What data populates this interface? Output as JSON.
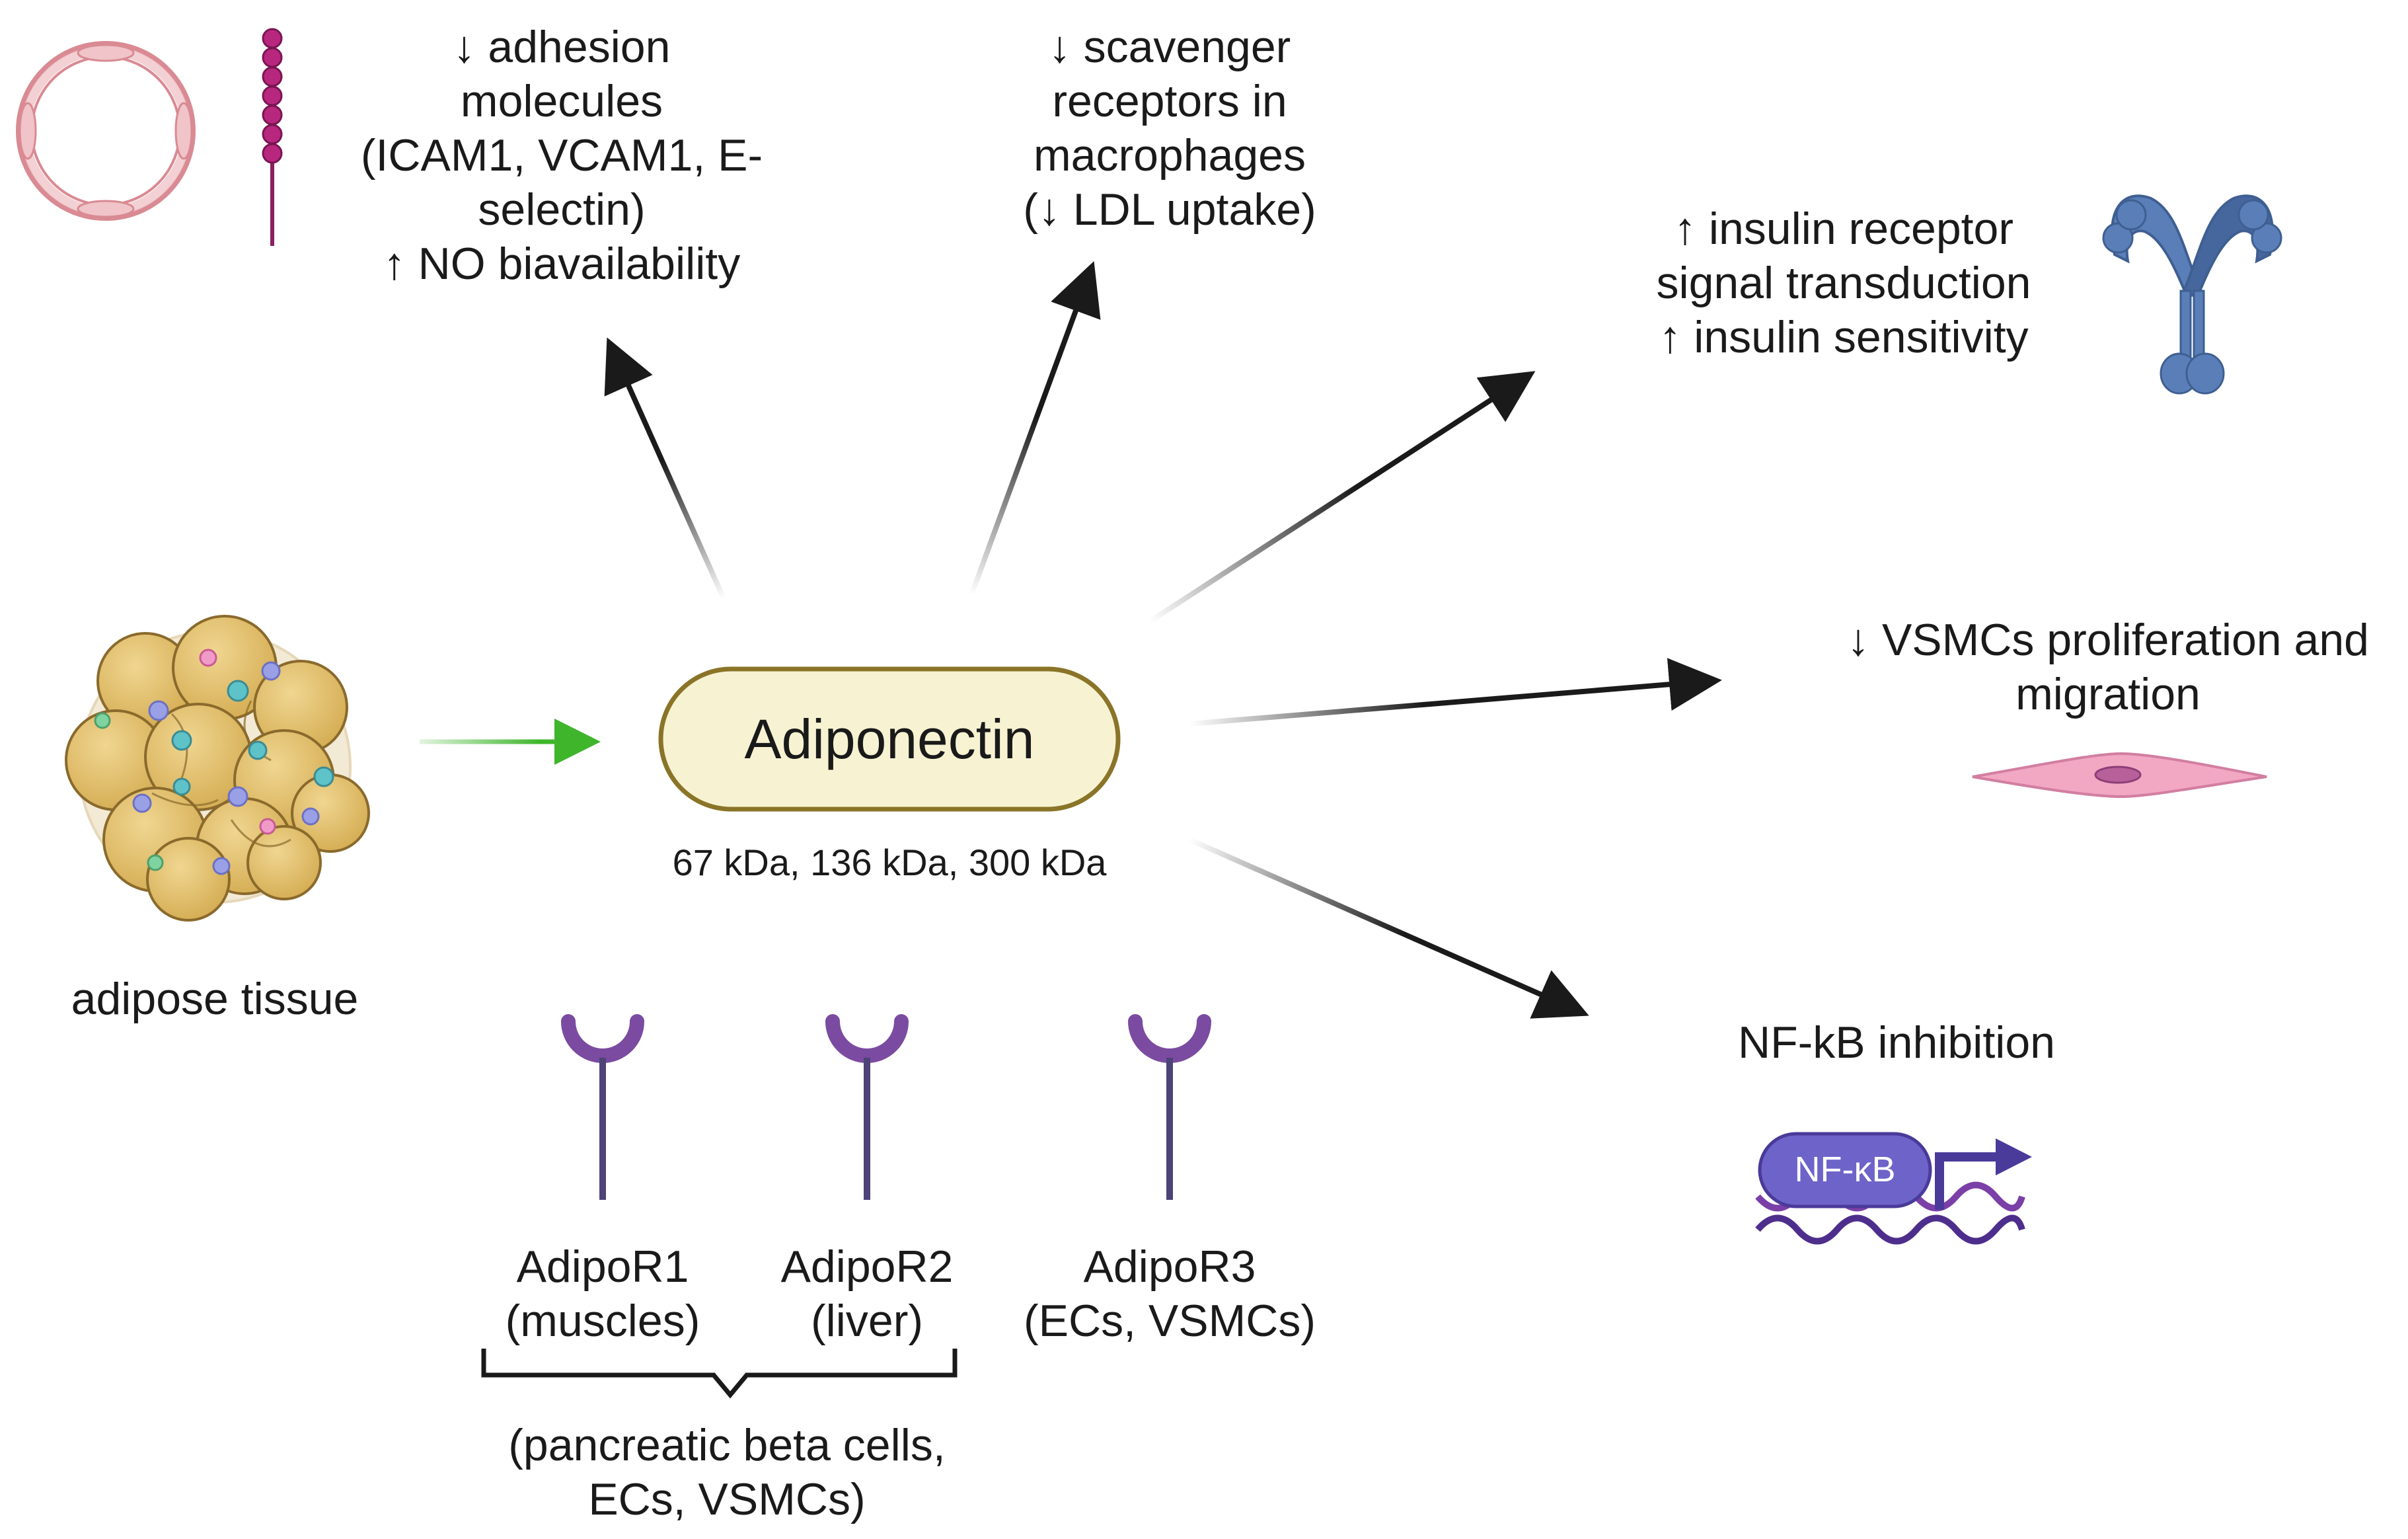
{
  "center": {
    "label": "Adiponectin",
    "sizes": "67 kDa, 136 kDa, 300 kDa"
  },
  "source": {
    "label": "adipose tissue"
  },
  "effects": {
    "endothelium": [
      "↓ adhesion",
      "molecules",
      "(ICAM1, VCAM1, E-",
      "selectin)",
      "↑ NO biavailability"
    ],
    "macrophages": [
      "↓ scavenger",
      "receptors in",
      "macrophages",
      "(↓ LDL uptake)"
    ],
    "insulin": [
      "↑ insulin receptor",
      "signal transduction",
      "↑ insulin sensitivity"
    ],
    "vsmc": [
      "↓ VSMCs proliferation and",
      "migration"
    ],
    "nfkb": "NF-kB inhibition"
  },
  "nfkb_icon_label": "NF-κB",
  "receptors": [
    {
      "name": "AdipoR1",
      "tissue": "(muscles)"
    },
    {
      "name": "AdipoR2",
      "tissue": "(liver)"
    },
    {
      "name": "AdipoR3",
      "tissue": "(ECs, VSMCs)"
    }
  ],
  "receptor_group_note": [
    "(pancreatic beta cells,",
    "ECs, VSMCs)"
  ],
  "colors": {
    "adiponectin_fill": "#f7f3d2",
    "adiponectin_stroke": "#8a7428",
    "receptor": "#7a4ba0",
    "receptor_stalk": "#4d4378",
    "input_arrow": "#3fb52b",
    "output_arrow": "#1a1a1a",
    "nfkb": "#6d63c9",
    "insulin_receptor": "#5a7fb8",
    "vsmc": "#f2a7c3",
    "endothelium": "#f0c4c8",
    "vesicle_chain": "#b8277e",
    "adipocyte": "#e2c274"
  },
  "icons": [
    "adipose-tissue-icon",
    "vessel-cross-section-icon",
    "ligand-chain-icon",
    "insulin-receptor-icon",
    "vsmc-icon",
    "nfkb-transcription-icon",
    "receptor-icon"
  ]
}
